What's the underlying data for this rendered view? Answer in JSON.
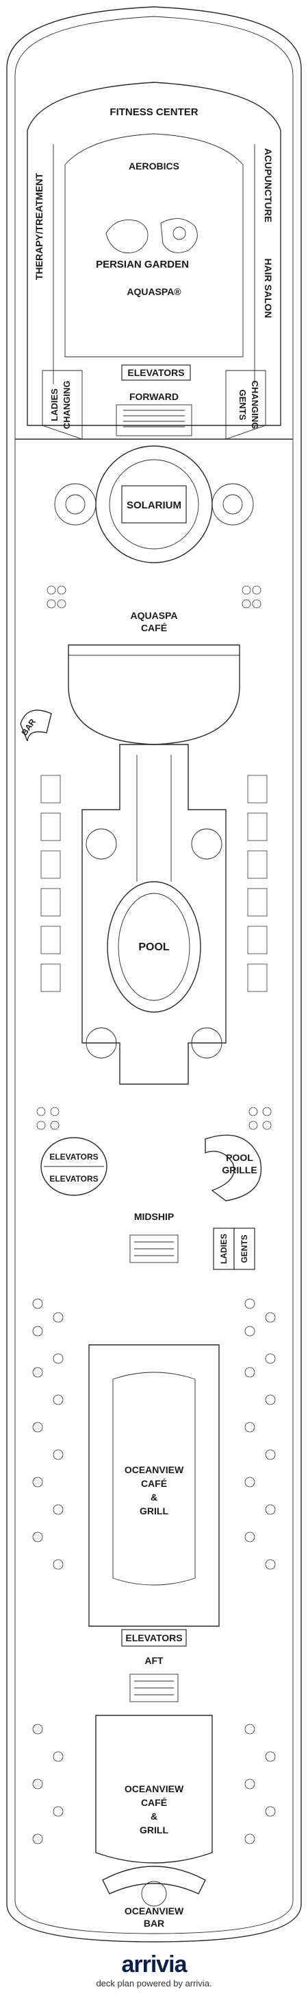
{
  "deck_labels": {
    "fitness_center": "FITNESS CENTER",
    "aerobics": "AEROBICS",
    "acupuncture": "ACUPUNCTURE",
    "therapy_treatment": "THERAPY/TREATMENT",
    "persian_garden": "PERSIAN GARDEN",
    "hair_salon": "HAIR SALON",
    "aquaspa": "AQUASPA®",
    "elevators_forward": "ELEVATORS",
    "forward": "FORWARD",
    "ladies_changing_1": "LADIES",
    "ladies_changing_2": "CHANGING",
    "gents_changing_1": "GENTS",
    "gents_changing_2": "CHANGING",
    "solarium": "SOLARIUM",
    "aquaspa_cafe_1": "AQUASPA",
    "aquaspa_cafe_2": "CAFÉ",
    "bar": "BAR",
    "pool": "POOL",
    "elevators_mid_1": "ELEVATORS",
    "elevators_mid_2": "ELEVATORS",
    "pool_grille_1": "POOL",
    "pool_grille_2": "GRILLE",
    "midship": "MIDSHIP",
    "ladies": "LADIES",
    "gents": "GENTS",
    "oceanview_1_a": "OCEANVIEW",
    "oceanview_1_b": "CAFÉ",
    "oceanview_1_c": "&",
    "oceanview_1_d": "GRILL",
    "elevators_aft": "ELEVATORS",
    "aft": "AFT",
    "oceanview_2_a": "OCEANVIEW",
    "oceanview_2_b": "CAFÉ",
    "oceanview_2_c": "&",
    "oceanview_2_d": "GRILL",
    "oceanview_bar_1": "OCEANVIEW",
    "oceanview_bar_2": "BAR"
  },
  "footer": {
    "brand": "arrivia",
    "tagline": "deck plan powered by arrivia."
  },
  "colors": {
    "line": "#2a2a2a",
    "brand": "#0b1f4a",
    "accent": "#2aa0d8"
  }
}
